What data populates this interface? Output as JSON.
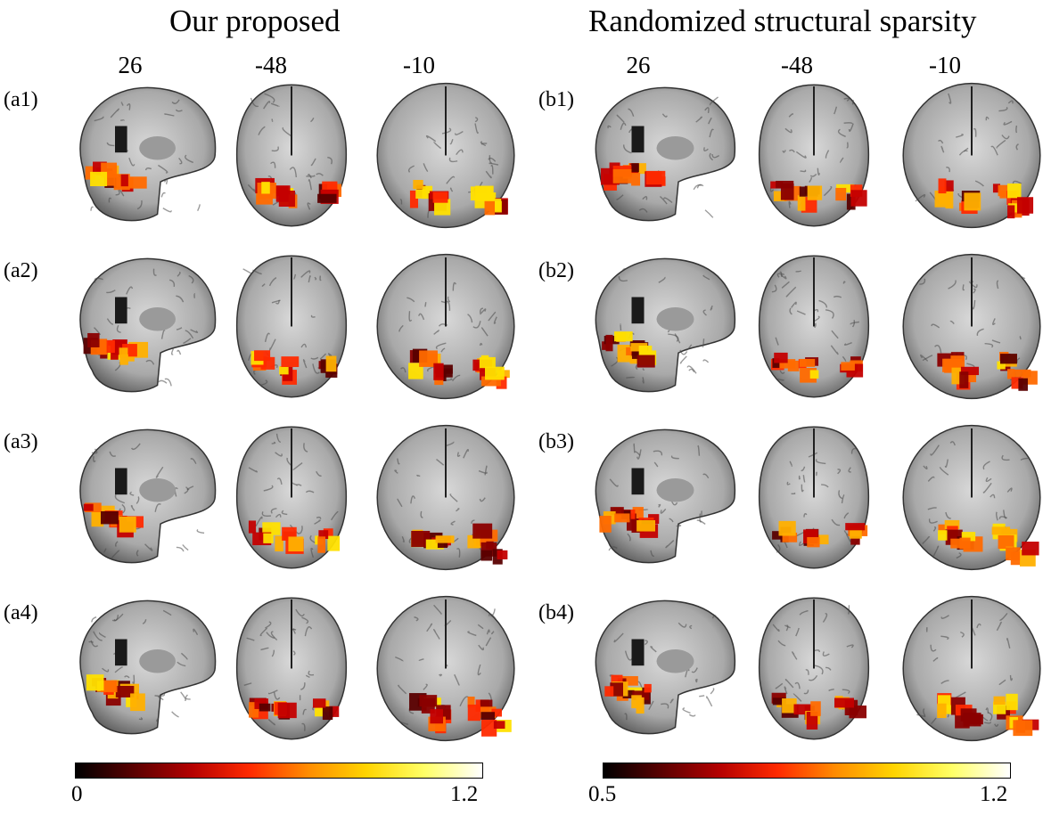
{
  "figure": {
    "panels": [
      {
        "id": "a",
        "title": "Our proposed",
        "slices": [
          "26",
          "-48",
          "-10"
        ],
        "rows": [
          "(a1)",
          "(a2)",
          "(a3)",
          "(a4)"
        ],
        "colorbar": {
          "min": "0",
          "max": "1.2"
        }
      },
      {
        "id": "b",
        "title": "Randomized structural sparsity",
        "slices": [
          "26",
          "-48",
          "-10"
        ],
        "rows": [
          "(b1)",
          "(b2)",
          "(b3)",
          "(b4)"
        ],
        "colorbar": {
          "min": "0.5",
          "max": "1.2"
        }
      }
    ],
    "colormap": [
      "#000000",
      "#5a0000",
      "#b40000",
      "#ff2a00",
      "#ff8c00",
      "#ffd400",
      "#ffff66",
      "#ffffff"
    ]
  }
}
